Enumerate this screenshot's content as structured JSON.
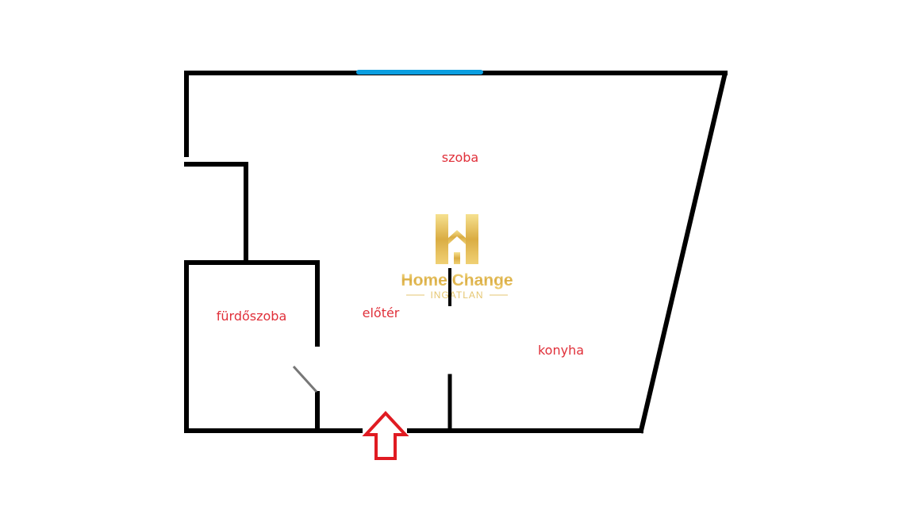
{
  "rooms": {
    "szoba": "szoba",
    "furdoszoba": "fürdőszoba",
    "eloter": "előtér",
    "konyha": "konyha"
  },
  "logo": {
    "name": "Home Change",
    "sub": "INGATLAN"
  },
  "colors": {
    "wall": "#000000",
    "window": "#0a9ee0",
    "label": "#e0303a",
    "entrance_arrow": "#e01b22",
    "door": "#777777"
  }
}
